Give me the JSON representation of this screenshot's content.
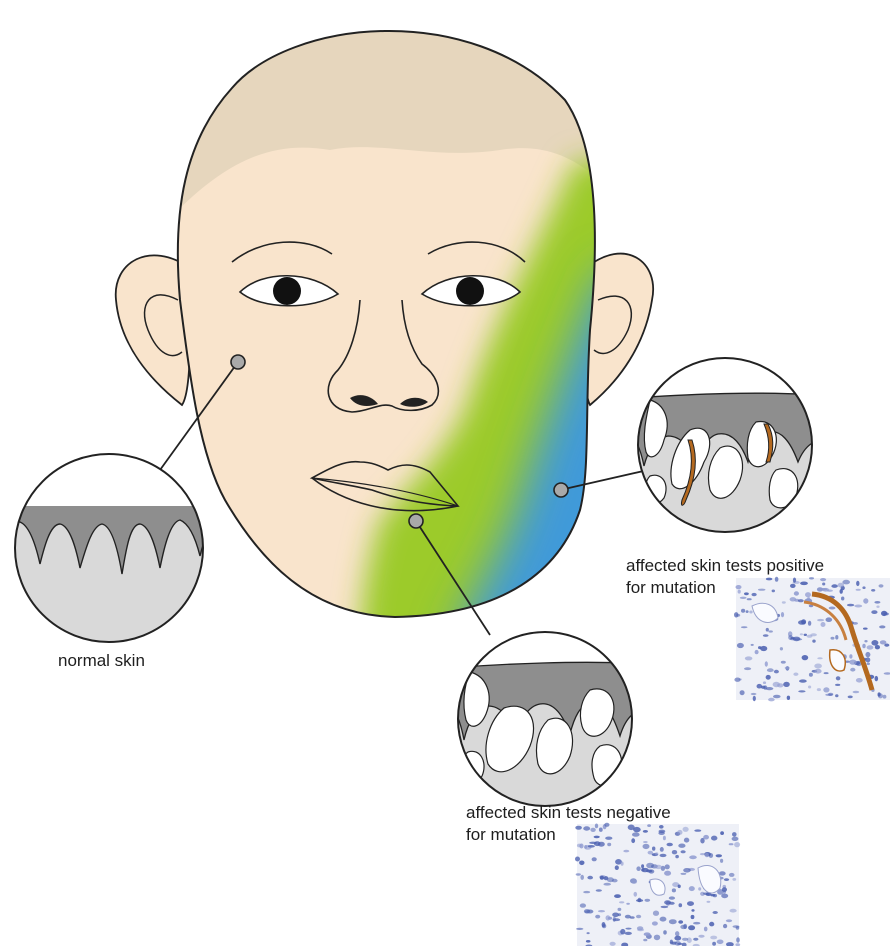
{
  "labels": {
    "normal": "normal skin",
    "positive_line1": "affected skin tests positive",
    "positive_line2": "for mutation",
    "negative_line1": "affected skin tests negative",
    "negative_line2": "for mutation"
  },
  "colors": {
    "skin": "#f9e4cc",
    "hair": "#e6d6bd",
    "lesion_green": "#9ccb2c",
    "lesion_blue": "#3f9ad9",
    "epidermis": "#8e8e8e",
    "dermis": "#d9d9d9",
    "stain_brown": "#b4691f",
    "nuclei_blue": "#4a5fb0"
  }
}
